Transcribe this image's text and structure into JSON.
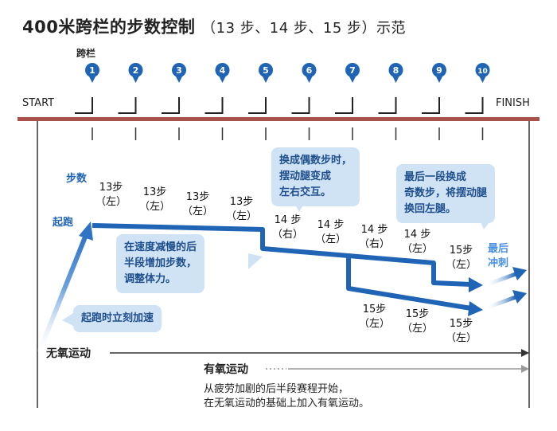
{
  "title": {
    "main": "400米跨栏的步数控制",
    "sub": "（13 步、14 步、15 步）示范"
  },
  "track": {
    "hurdle_label": "跨栏",
    "start": "START",
    "finish": "FINISH",
    "hurdle_numbers": [
      "1",
      "2",
      "3",
      "4",
      "5",
      "6",
      "7",
      "8",
      "9",
      "10"
    ]
  },
  "labels": {
    "steps": "步数",
    "start_run": "起跑",
    "final_sprint": [
      "最后",
      "冲刺"
    ]
  },
  "step_counts": {
    "upper": [
      {
        "n": "13步",
        "side": "（左）"
      },
      {
        "n": "13步",
        "side": "（左）"
      },
      {
        "n": "13步",
        "side": "（左）"
      },
      {
        "n": "13步",
        "side": "（左）"
      },
      {
        "n": "14 步",
        "side": "（右）"
      },
      {
        "n": "14 步",
        "side": "（左）"
      },
      {
        "n": "14 步",
        "side": "（右）"
      },
      {
        "n": "14 步",
        "side": "（左）"
      },
      {
        "n": "15步",
        "side": "（左）"
      }
    ],
    "lower": [
      {
        "n": "15步",
        "side": "（左）"
      },
      {
        "n": "15步",
        "side": "（左）"
      },
      {
        "n": "15步",
        "side": "（左）"
      }
    ]
  },
  "bubbles": {
    "switch_leg": [
      "换成偶数步时，",
      "摆动腿变成",
      "左右交互。"
    ],
    "finish_odd": [
      "最后一段换成",
      "奇数步，将摆动腿",
      "换回左腿。"
    ],
    "increase": [
      "在速度减慢的后",
      "半段增加步数，",
      "调整体力。"
    ],
    "accelerate": [
      "起跑时立刻加速"
    ]
  },
  "energy": {
    "anaerobic": "无氧运动",
    "aerobic": "有氧运动",
    "note": [
      "从疲劳加剧的后半段赛程开始，",
      "在无氧运动的基础上加入有氧运动。"
    ]
  },
  "colors": {
    "track": "#a8524a",
    "marker": "#1f64b5",
    "path": "#1f64b5",
    "bubble": "#cfe3f5",
    "aerobic_line": "#9a9a9a"
  }
}
